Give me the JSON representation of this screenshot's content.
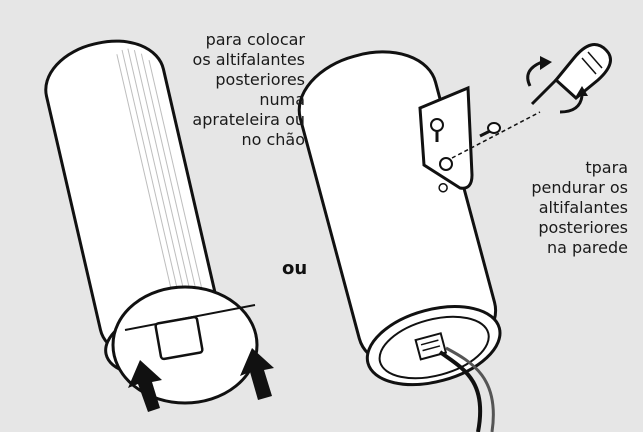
{
  "captions": {
    "left": "para colocar\nos altifalantes\nposteriores\nnuma\naprateleira ou\nno chão",
    "separator": "ou",
    "right": "tpara\npendurar os\naltifalantes\nposteriores\nna parede"
  },
  "colors": {
    "background": "#e6e6e6",
    "speaker_body": "#ffffff",
    "line": "#111111",
    "arrow": "#111111"
  }
}
